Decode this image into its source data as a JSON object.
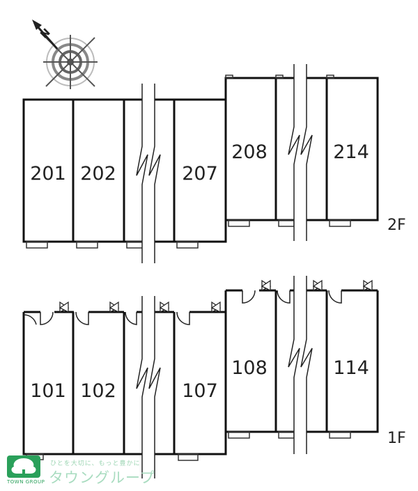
{
  "compass": {
    "north_label": "N"
  },
  "floors": [
    {
      "label": "2F",
      "units": [
        "201",
        "202",
        "207",
        "208",
        "214"
      ]
    },
    {
      "label": "1F",
      "units": [
        "101",
        "102",
        "107",
        "108",
        "114"
      ]
    }
  ],
  "logo": {
    "brand": "TOWN GROUP",
    "tagline": "ひとを大切に、もっと豊かに",
    "name": "タウングループ"
  }
}
